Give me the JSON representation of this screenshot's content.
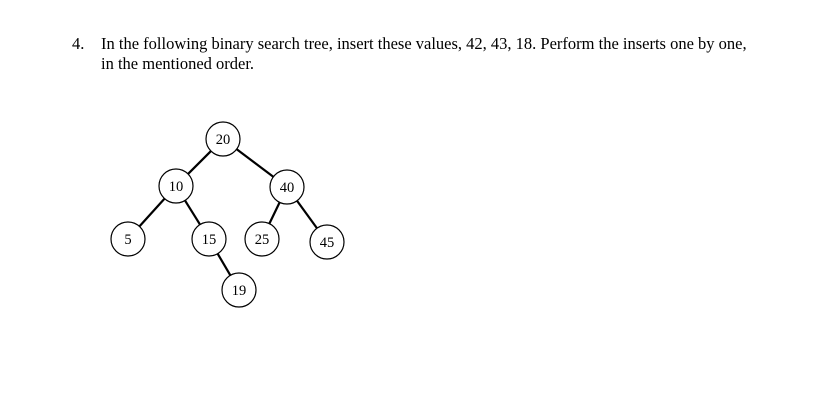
{
  "question": {
    "number": "4.",
    "line1": "In the following binary search tree, insert these values, 42, 43, 18. Perform the inserts one by one,",
    "line2": "in the mentioned order."
  },
  "tree": {
    "nodes": [
      {
        "id": "n20",
        "label": "20"
      },
      {
        "id": "n10",
        "label": "10"
      },
      {
        "id": "n40",
        "label": "40"
      },
      {
        "id": "n5",
        "label": "5"
      },
      {
        "id": "n15",
        "label": "15"
      },
      {
        "id": "n25",
        "label": "25"
      },
      {
        "id": "n45",
        "label": "45"
      },
      {
        "id": "n19",
        "label": "19"
      }
    ],
    "edges": [
      [
        "n20",
        "n10"
      ],
      [
        "n20",
        "n40"
      ],
      [
        "n10",
        "n5"
      ],
      [
        "n10",
        "n15"
      ],
      [
        "n40",
        "n25"
      ],
      [
        "n40",
        "n45"
      ],
      [
        "n15",
        "n19"
      ]
    ]
  }
}
